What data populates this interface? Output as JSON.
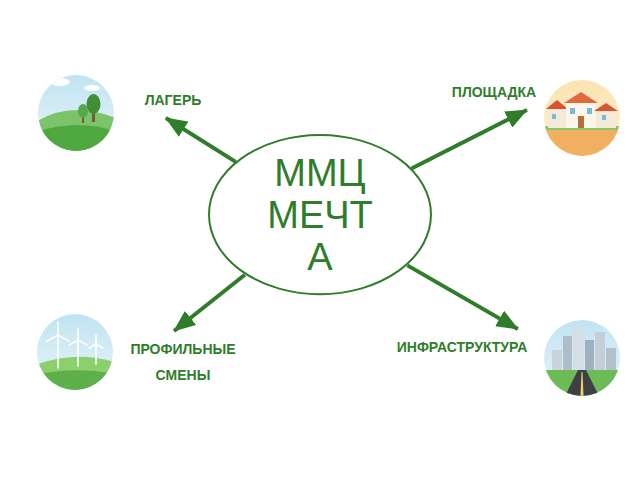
{
  "diagram": {
    "nodes": [
      {
        "text": [
          "ЛАГЕРЬ"
        ]
      },
      {
        "text": [
          "ПЛОЩАДКА"
        ]
      },
      {
        "text": [
          "ММЦ МЕЧТ А"
        ]
      },
      {
        "text": [
          "ПРОФИЛЬНЫЕ СМЕНЫ"
        ]
      },
      {
        "text": [
          "ИНФРАСТРУКТУРА"
        ]
      }
    ],
    "edges": [
      {
        "from": 2,
        "to": 0,
        "arrow": "to"
      },
      {
        "from": 2,
        "to": 1,
        "arrow": "to"
      },
      {
        "from": 2,
        "to": 3,
        "arrow": "to"
      },
      {
        "from": 2,
        "to": 4,
        "arrow": "to"
      }
    ]
  }
}
